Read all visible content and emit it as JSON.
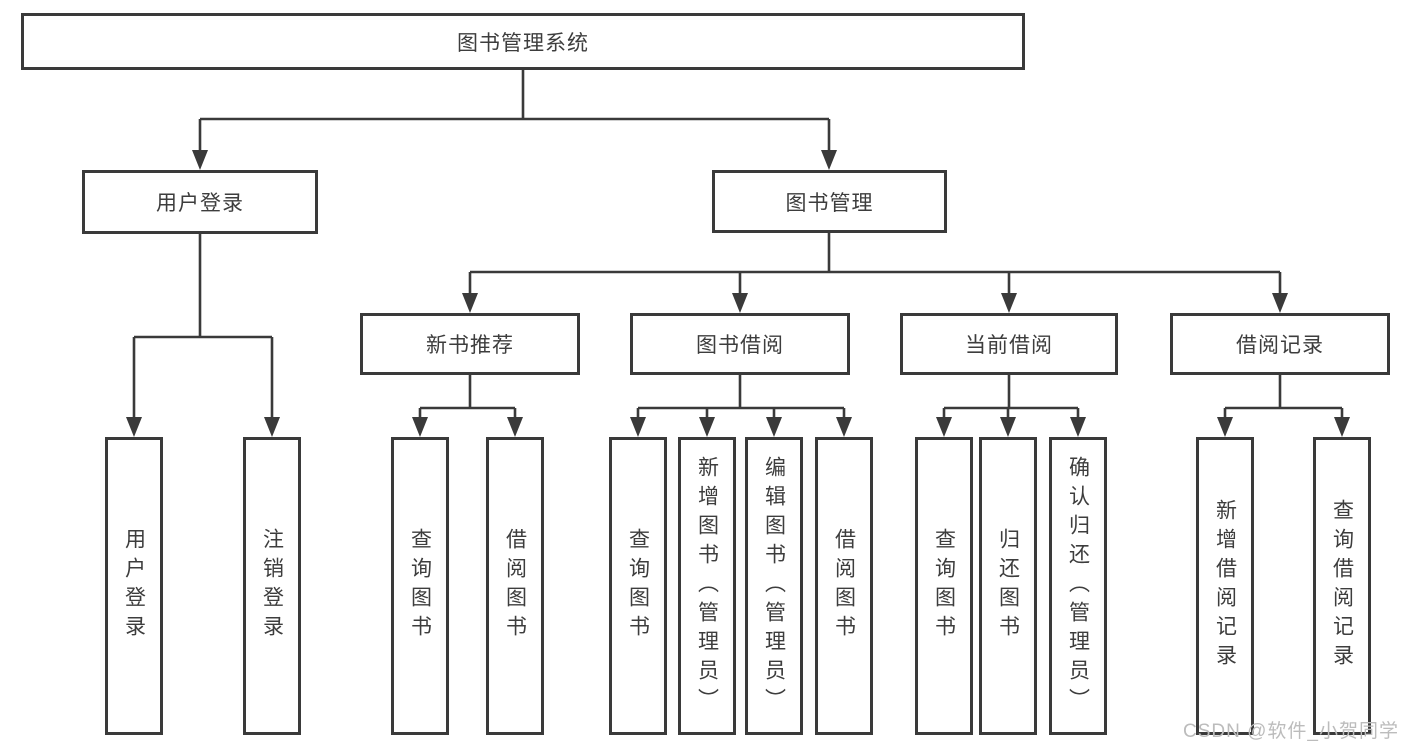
{
  "nodes": {
    "root": {
      "label": "图书管理系统"
    },
    "user_login": {
      "label": "用户登录"
    },
    "book_mgmt": {
      "label": "图书管理"
    },
    "new_books": {
      "label": "新书推荐"
    },
    "book_borrow": {
      "label": "图书借阅"
    },
    "current_borrow": {
      "label": "当前借阅"
    },
    "borrow_records": {
      "label": "借阅记录"
    },
    "ul_login": {
      "label": "用户登录"
    },
    "ul_logout": {
      "label": "注销登录"
    },
    "nb_query": {
      "label": "查询图书"
    },
    "nb_borrow": {
      "label": "借阅图书"
    },
    "bb_query": {
      "label": "查询图书"
    },
    "bb_add": {
      "label": "新增图书（管理员）"
    },
    "bb_edit": {
      "label": "编辑图书（管理员）"
    },
    "bb_borrow": {
      "label": "借阅图书"
    },
    "cb_query": {
      "label": "查询图书"
    },
    "cb_return": {
      "label": "归还图书"
    },
    "cb_confirm": {
      "label": "确认归还（管理员）"
    },
    "br_add": {
      "label": "新增借阅记录"
    },
    "br_query": {
      "label": "查询借阅记录"
    }
  },
  "watermark": {
    "text": "CSDN @软件_小贺同学"
  },
  "colors": {
    "line": "#3a3a3a",
    "text": "#3d3d3d",
    "watermark": "#bcbcbc"
  }
}
